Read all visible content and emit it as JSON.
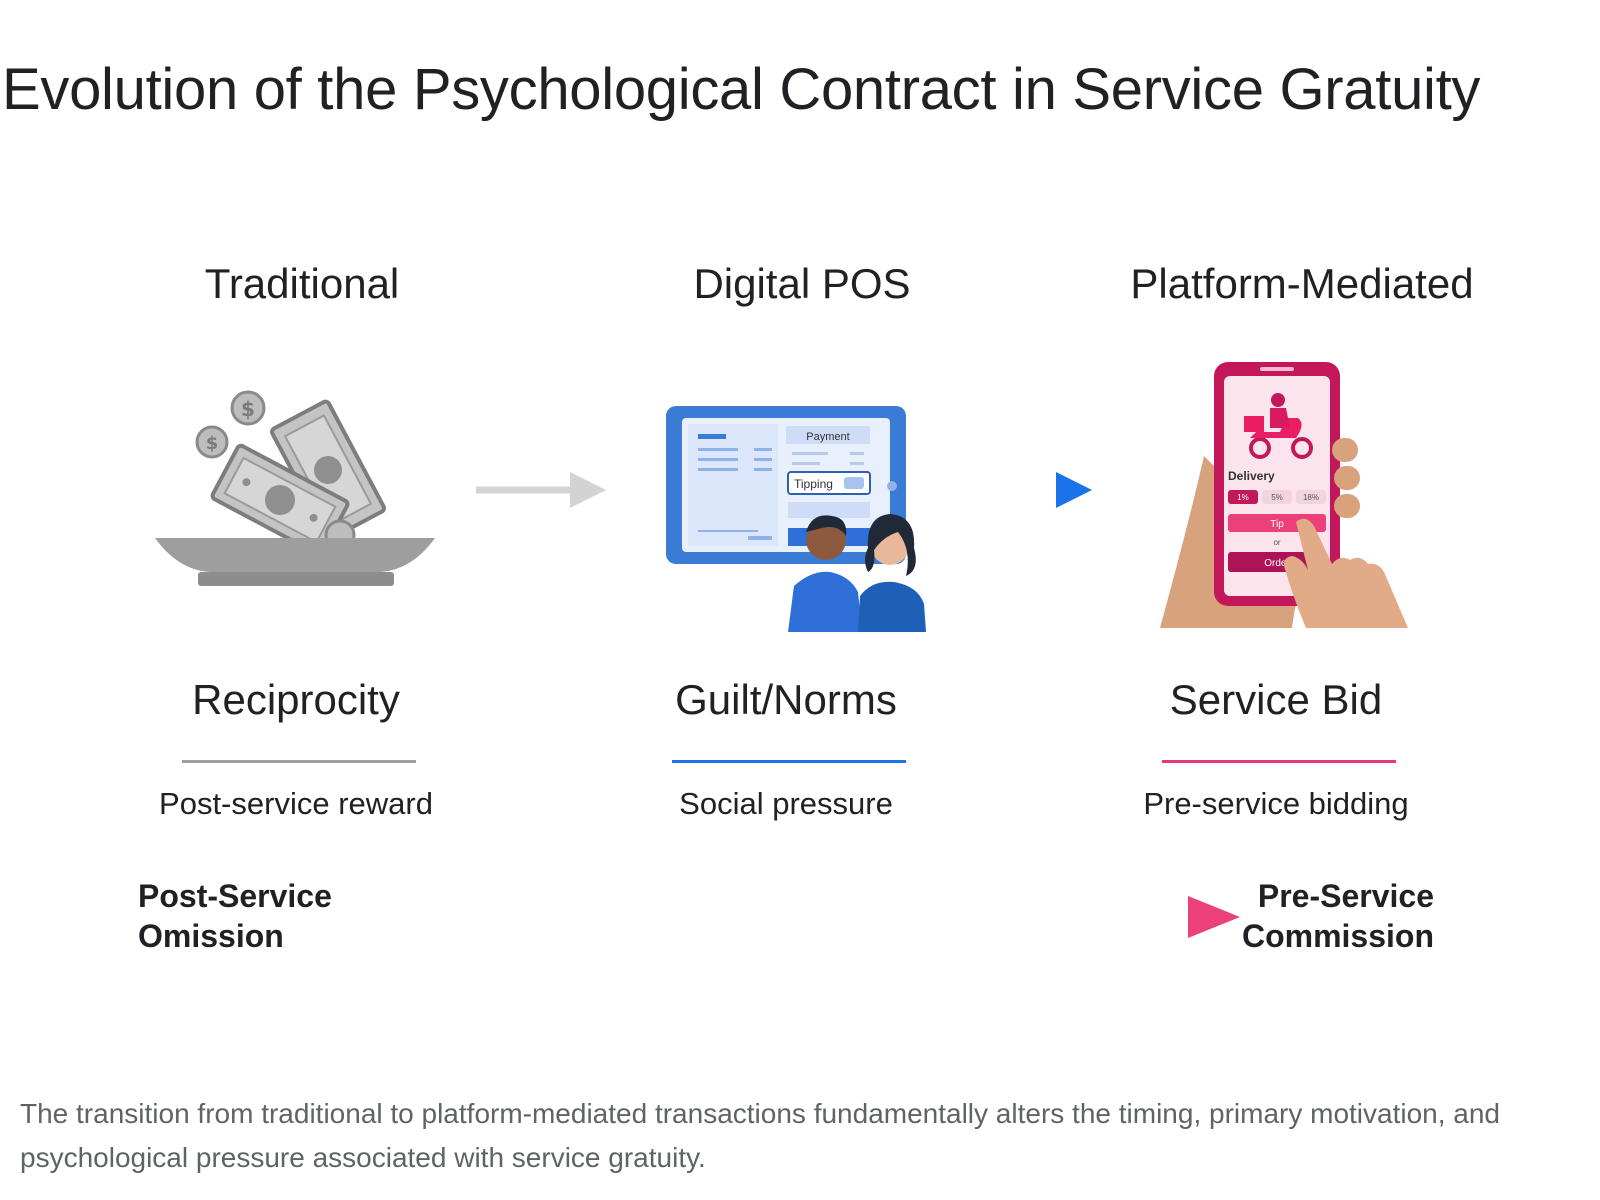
{
  "title": "Evolution of the Psychological Contract in Service Gratuity",
  "stages": [
    {
      "label": "Traditional",
      "motivation": "Reciprocity",
      "timing": "Post-service reward",
      "accent": "#9e9e9e",
      "icon": "tip-plate-icon"
    },
    {
      "label": "Digital POS",
      "motivation": "Guilt/Norms",
      "timing": "Social pressure",
      "accent": "#1a73e8",
      "icon": "pos-tablet-icon",
      "screen": {
        "header": "Payment",
        "field": "Tipping"
      }
    },
    {
      "label": "Platform-Mediated",
      "motivation": "Service Bid",
      "timing": "Pre-service bidding",
      "accent": "#e8357d",
      "icon": "delivery-app-phone-icon",
      "screen": {
        "heading": "Delivery",
        "options": [
          "1%",
          "5%",
          "18%"
        ],
        "tip_button": "Tip",
        "or_text": "or",
        "order_button": "Order"
      }
    }
  ],
  "spectrum": {
    "start": [
      "Post-Service",
      "Omission"
    ],
    "end": [
      "Pre-Service",
      "Commission"
    ],
    "start_color": "#9e9e9e",
    "end_color": "#ec407a"
  },
  "caption": "The transition from traditional to platform-mediated transactions fundamentally alters the timing, primary motivation, and psychological pressure associated with service gratuity."
}
